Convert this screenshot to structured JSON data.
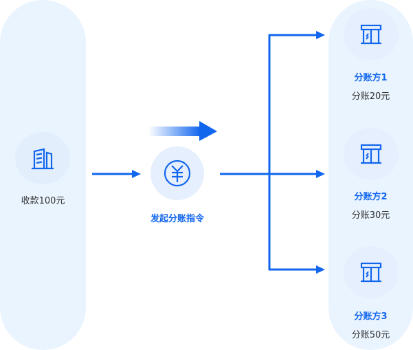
{
  "source": {
    "icon": "building-icon",
    "label": "收款100元"
  },
  "instruction": {
    "icon": "yen-icon",
    "label": "发起分账指令"
  },
  "recipients": [
    {
      "icon": "storefront-icon",
      "name": "分账方1",
      "amount": "分账20元"
    },
    {
      "icon": "storefront-icon",
      "name": "分账方2",
      "amount": "分账30元"
    },
    {
      "icon": "storefront-icon",
      "name": "分账方3",
      "amount": "分账50元"
    }
  ],
  "colors": {
    "accent": "#1166ee",
    "panel": "#eaf4ff",
    "icon_bg": "#e6effd",
    "text": "#333333"
  }
}
